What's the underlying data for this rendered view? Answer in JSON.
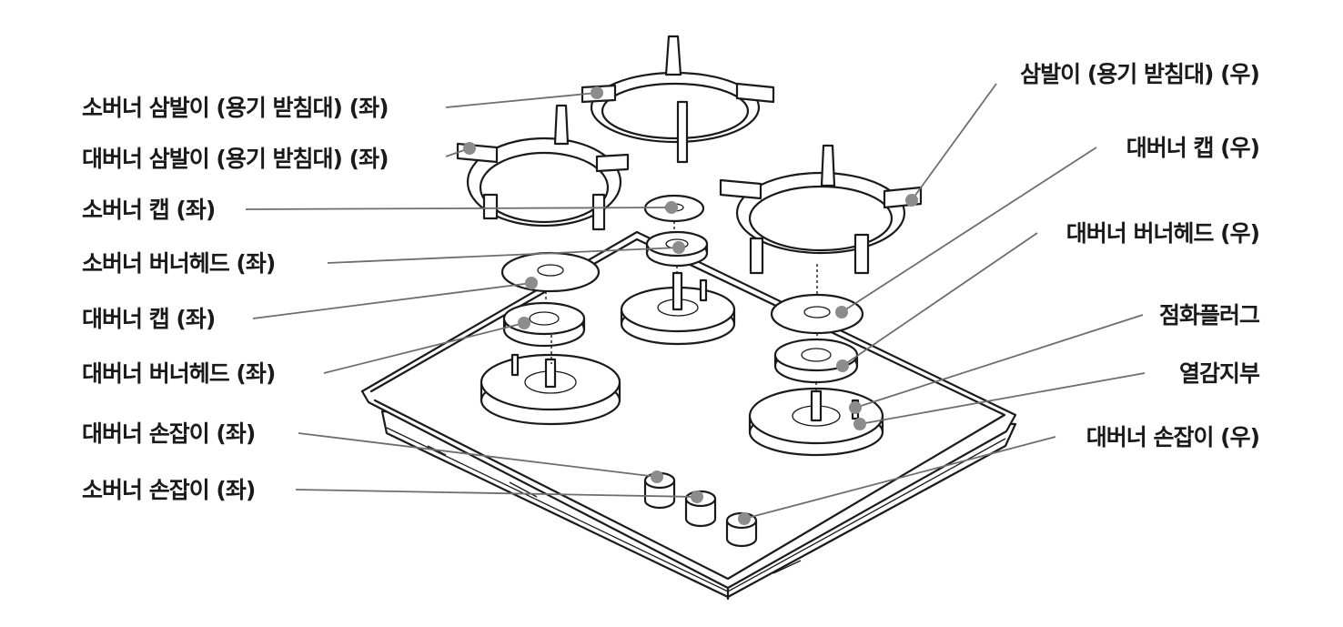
{
  "labels": {
    "small_grate_left": "소버너 삼발이 (용기 받침대) (좌)",
    "large_grate_left": "대버너 삼발이 (용기 받침대) (좌)",
    "small_cap_left": "소버너 캡 (좌)",
    "small_head_left": "소버너 버너헤드 (좌)",
    "large_cap_left": "대버너 캡 (좌)",
    "large_head_left": "대버너 버너헤드 (좌)",
    "large_knob_left": "대버너 손잡이 (좌)",
    "small_knob_left": "소버너 손잡이 (좌)",
    "grate_right": "삼발이 (용기 받침대) (우)",
    "large_cap_right": "대버너 캡 (우)",
    "large_head_right": "대버너 버너헤드 (우)",
    "ignition_plug": "점화플러그",
    "thermocouple": "열감지부",
    "large_knob_right": "대버너 손잡이 (우)"
  },
  "colors": {
    "line": "#1a1a1a",
    "leader": "#6e6e6e",
    "marker": "#8c8c8c"
  }
}
